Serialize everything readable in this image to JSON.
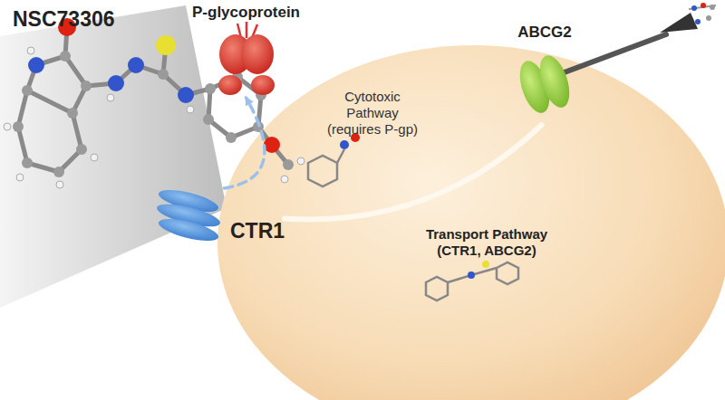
{
  "diagram": {
    "nodes": [
      {
        "text": [
          "P-glycoprotein"
        ]
      },
      {
        "text": [
          "ABCG2"
        ]
      },
      {
        "text": [
          "CTR1"
        ]
      }
    ],
    "edges": [
      {
        "from": 2,
        "to": 0,
        "arrow": "to",
        "label": "Cytotoxic Pathway (requires P-gp)"
      },
      {
        "from": 2,
        "to": 1,
        "arrow": "none",
        "label": "Transport Pathway (CTR1, ABCG2)"
      }
    ],
    "labels": [
      "NSC73306"
    ]
  }
}
